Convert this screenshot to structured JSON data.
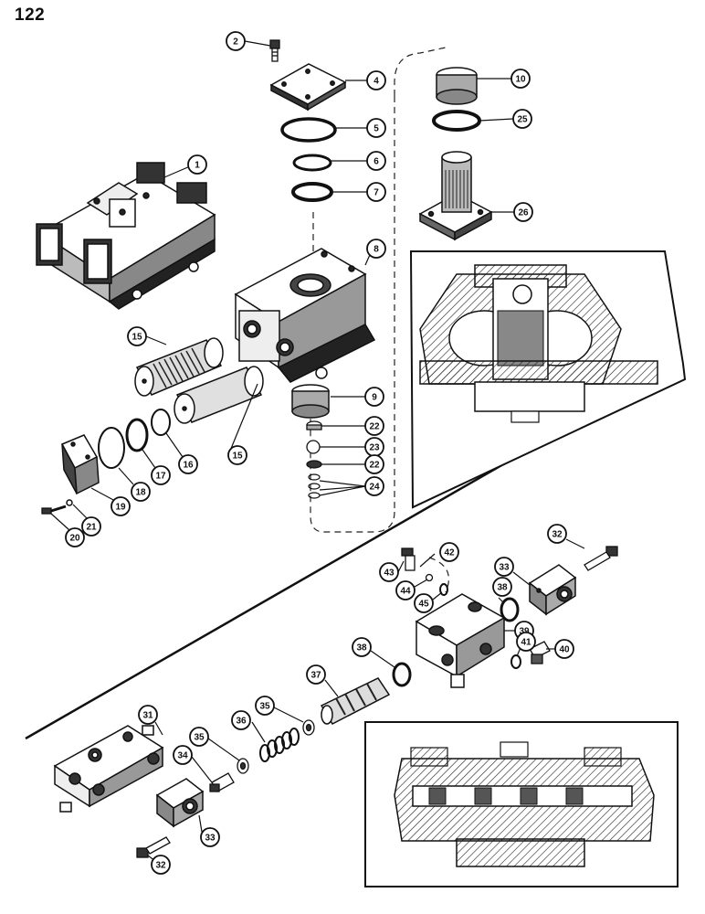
{
  "page": {
    "number": "122"
  },
  "callouts": [
    {
      "id": "c2",
      "label": "2"
    },
    {
      "id": "c4",
      "label": "4"
    },
    {
      "id": "c5",
      "label": "5"
    },
    {
      "id": "c6",
      "label": "6"
    },
    {
      "id": "c7",
      "label": "7"
    },
    {
      "id": "c8",
      "label": "8"
    },
    {
      "id": "c1",
      "label": "1"
    },
    {
      "id": "c10",
      "label": "10"
    },
    {
      "id": "c25",
      "label": "25"
    },
    {
      "id": "c26",
      "label": "26"
    },
    {
      "id": "c15a",
      "label": "15"
    },
    {
      "id": "c15b",
      "label": "15"
    },
    {
      "id": "c9",
      "label": "9"
    },
    {
      "id": "c22a",
      "label": "22"
    },
    {
      "id": "c23",
      "label": "23"
    },
    {
      "id": "c22b",
      "label": "22"
    },
    {
      "id": "c24",
      "label": "24"
    },
    {
      "id": "c16",
      "label": "16"
    },
    {
      "id": "c17",
      "label": "17"
    },
    {
      "id": "c18",
      "label": "18"
    },
    {
      "id": "c19",
      "label": "19"
    },
    {
      "id": "c21",
      "label": "21"
    },
    {
      "id": "c20",
      "label": "20"
    },
    {
      "id": "c32a",
      "label": "32"
    },
    {
      "id": "c42",
      "label": "42"
    },
    {
      "id": "c43",
      "label": "43"
    },
    {
      "id": "c44",
      "label": "44"
    },
    {
      "id": "c45",
      "label": "45"
    },
    {
      "id": "c33a",
      "label": "33"
    },
    {
      "id": "c38a",
      "label": "38"
    },
    {
      "id": "c39",
      "label": "39"
    },
    {
      "id": "c41",
      "label": "41"
    },
    {
      "id": "c40",
      "label": "40"
    },
    {
      "id": "c38b",
      "label": "38"
    },
    {
      "id": "c37",
      "label": "37"
    },
    {
      "id": "c31",
      "label": "31"
    },
    {
      "id": "c36",
      "label": "36"
    },
    {
      "id": "c35a",
      "label": "35"
    },
    {
      "id": "c35b",
      "label": "35"
    },
    {
      "id": "c34",
      "label": "34"
    },
    {
      "id": "c33b",
      "label": "33"
    },
    {
      "id": "c32b",
      "label": "32"
    }
  ]
}
